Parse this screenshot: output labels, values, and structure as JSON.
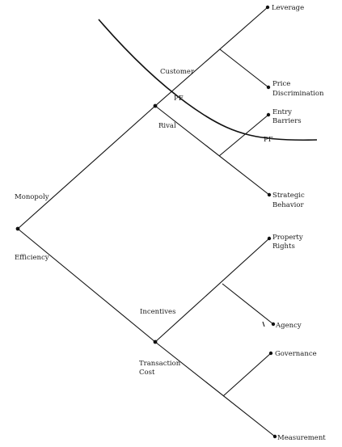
{
  "labels": {
    "monopoly": "Monopoly",
    "efficiency": "Efficiency",
    "customer": "Customer",
    "rival": "Rival",
    "incentives": "Incentives",
    "transaction_cost_1": "Transaction",
    "transaction_cost_2": "Cost",
    "leverage": "Leverage",
    "price_discrimination_1": "Price",
    "price_discrimination_2": "Discrimination",
    "entry_barriers_1": "Entry",
    "entry_barriers_2": "Barriers",
    "strategic_behavior_1": "Strategic",
    "strategic_behavior_2": "Behavior",
    "property_rights_1": "Property",
    "property_rights_2": "Rights",
    "agency": "Agency",
    "governance": "Governance",
    "measurement": "Measurement",
    "pf_upper": "PF",
    "pf_lower": "PF"
  }
}
